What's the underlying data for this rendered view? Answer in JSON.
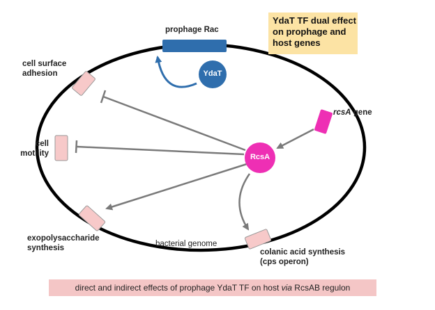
{
  "title_lines": [
    "YdaT TF dual effect",
    "on prophage and",
    "host  genes"
  ],
  "labels": {
    "prophage_rac": "prophage Rac",
    "ydat": "YdaT",
    "rcsa": "RcsA",
    "rcsa_gene_italic": "rcsA",
    "rcsa_gene_suffix": " gene",
    "cell_surface_line1": "cell surface",
    "cell_surface_line2": "adhesion",
    "cell_motility_line1": "cell",
    "cell_motility_line2": "motility",
    "exopoly_line1": "exopolysaccharide",
    "exopoly_line2": "synthesis",
    "bacterial_genome": "bacterial genome",
    "colanic_line1": "colanic acid synthesis",
    "colanic_line2": "(cps operon)"
  },
  "caption": {
    "before": "direct and indirect effects of prophage YdaT TF on host ",
    "italic": "via",
    "after": " RcsAB regulon"
  },
  "colors": {
    "prophage": "#2f6ead",
    "ydat_node": "#2f6ead",
    "rcsa_node": "#ee2fb4",
    "rcsa_gene": "#ee2fb4",
    "target_genes": "#f7c9c9",
    "title_bg": "#fce3a4",
    "caption_bg": "#f4c6c6",
    "arrows": "#7a7a7a"
  }
}
